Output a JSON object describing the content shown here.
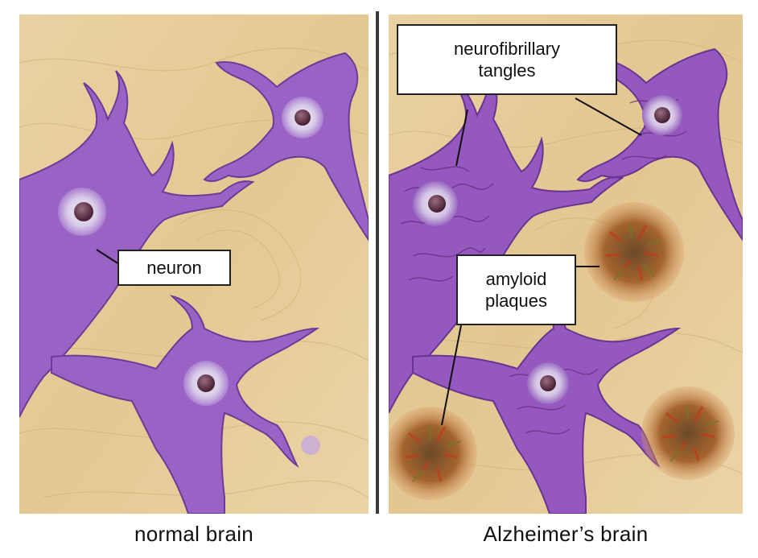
{
  "labels": {
    "neuron": "neuron",
    "tangles_line1": "neurofibrillary",
    "tangles_line2": "tangles",
    "plaques_line1": "amyloid",
    "plaques_line2": "plaques"
  },
  "captions": {
    "normal": "normal brain",
    "alzheimers": "Alzheimer’s brain"
  },
  "colors": {
    "tissue": "#e8cf9c",
    "neuron": "#9a62c4",
    "plaque": "#8a5a2a"
  }
}
